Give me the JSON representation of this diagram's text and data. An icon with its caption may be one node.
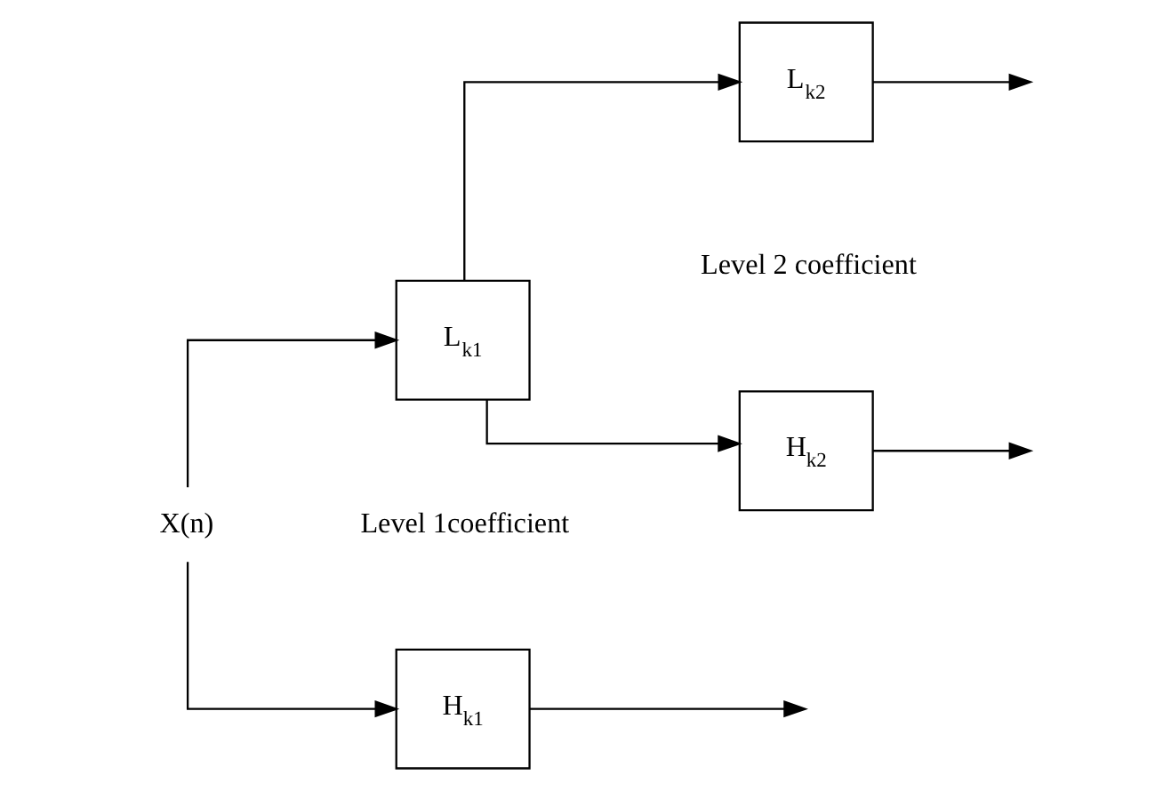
{
  "diagram": {
    "nodes": [
      {
        "text": [
          "X(n)"
        ]
      },
      {
        "text": [
          "L$_{k1}$"
        ]
      },
      {
        "text": [
          "H$_{k1}$"
        ]
      },
      {
        "text": [
          "L$_{k2}$"
        ]
      },
      {
        "text": [
          "H$_{k2}$"
        ]
      }
    ],
    "edges": [
      {
        "from": 0,
        "to": 1,
        "arrow": "to"
      },
      {
        "from": 0,
        "to": 2,
        "arrow": "to"
      },
      {
        "from": 1,
        "to": 3,
        "arrow": "to"
      },
      {
        "from": 1,
        "to": 4,
        "arrow": "to"
      },
      {
        "from": 3,
        "to": null,
        "arrow": "to"
      },
      {
        "from": 4,
        "to": null,
        "arrow": "to"
      },
      {
        "from": 2,
        "to": null,
        "arrow": "to"
      }
    ],
    "labels": [
      "Level 2 coefficient",
      "Level 1coefficient"
    ]
  }
}
